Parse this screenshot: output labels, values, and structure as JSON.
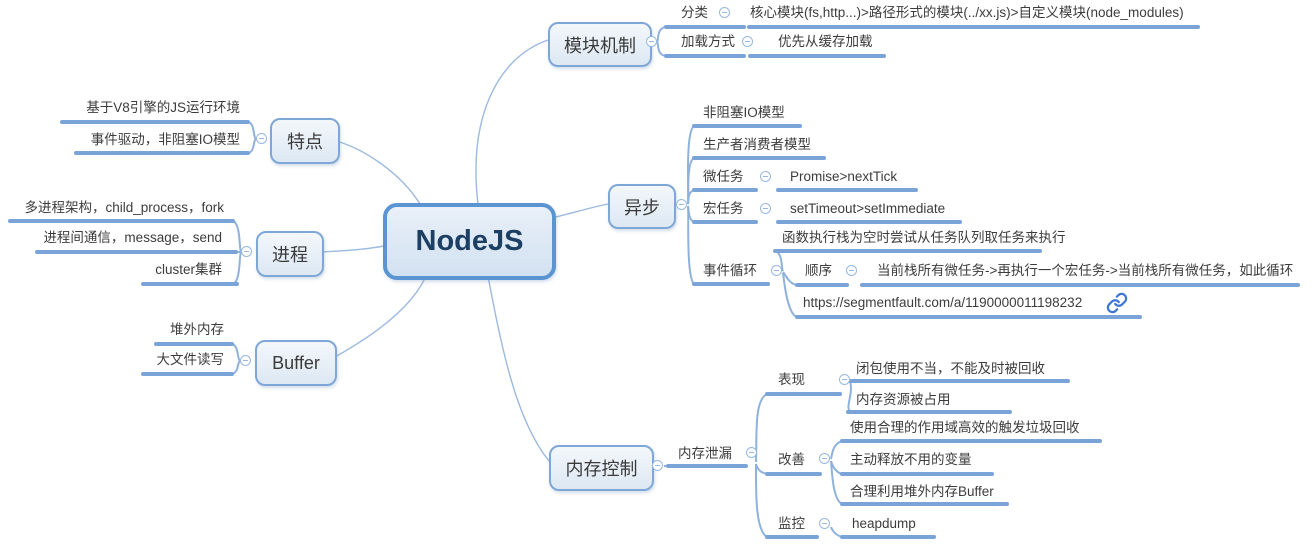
{
  "root": {
    "label": "NodeJS"
  },
  "module": {
    "label": "模块机制",
    "category_label": "分类",
    "category_value": "核心模块(fs,http...)>路径形式的模块(../xx.js)>自定义模块(node_modules)",
    "loading_label": "加载方式",
    "loading_value": "优先从缓存加载"
  },
  "features": {
    "label": "特点",
    "item1": "基于V8引擎的JS运行环境",
    "item2": "事件驱动，非阻塞IO模型"
  },
  "process": {
    "label": "进程",
    "item1": "多进程架构，child_process，fork",
    "item2": "进程间通信，message，send",
    "item3": "cluster集群"
  },
  "buffer": {
    "label": "Buffer",
    "item1": "堆外内存",
    "item2": "大文件读写"
  },
  "async": {
    "label": "异步",
    "item1": "非阻塞IO模型",
    "item2": "生产者消费者模型",
    "micro_label": "微任务",
    "micro_value": "Promise>nextTick",
    "macro_label": "宏任务",
    "macro_value": "setTimeout>setImmediate",
    "eventloop_label": "事件循环",
    "eventloop_item1": "函数执行栈为空时尝试从任务队列取任务来执行",
    "order_label": "顺序",
    "order_value": "当前栈所有微任务->再执行一个宏任务->当前栈所有微任务，如此循环",
    "link_value": "https://segmentfault.com/a/1190000011198232"
  },
  "memory": {
    "label": "内存控制",
    "leak_label": "内存泄漏",
    "symptom_label": "表现",
    "symptom_item1": "闭包使用不当，不能及时被回收",
    "symptom_item2": "内存资源被占用",
    "improve_label": "改善",
    "improve_item1": "使用合理的作用域高效的触发垃圾回收",
    "improve_item2": "主动释放不用的变量",
    "improve_item3": "合理利用堆外内存Buffer",
    "monitor_label": "监控",
    "monitor_value": "heapdump"
  },
  "colors": {
    "node_border": "#7ea7d8",
    "root_border": "#5b94d2",
    "root_text": "#1d3f63",
    "underline": "#7aa4d8",
    "connector": "#9cb9de",
    "link_icon": "#3e76d3"
  },
  "icons": {
    "collapse": "minus-circle",
    "link": "link"
  }
}
